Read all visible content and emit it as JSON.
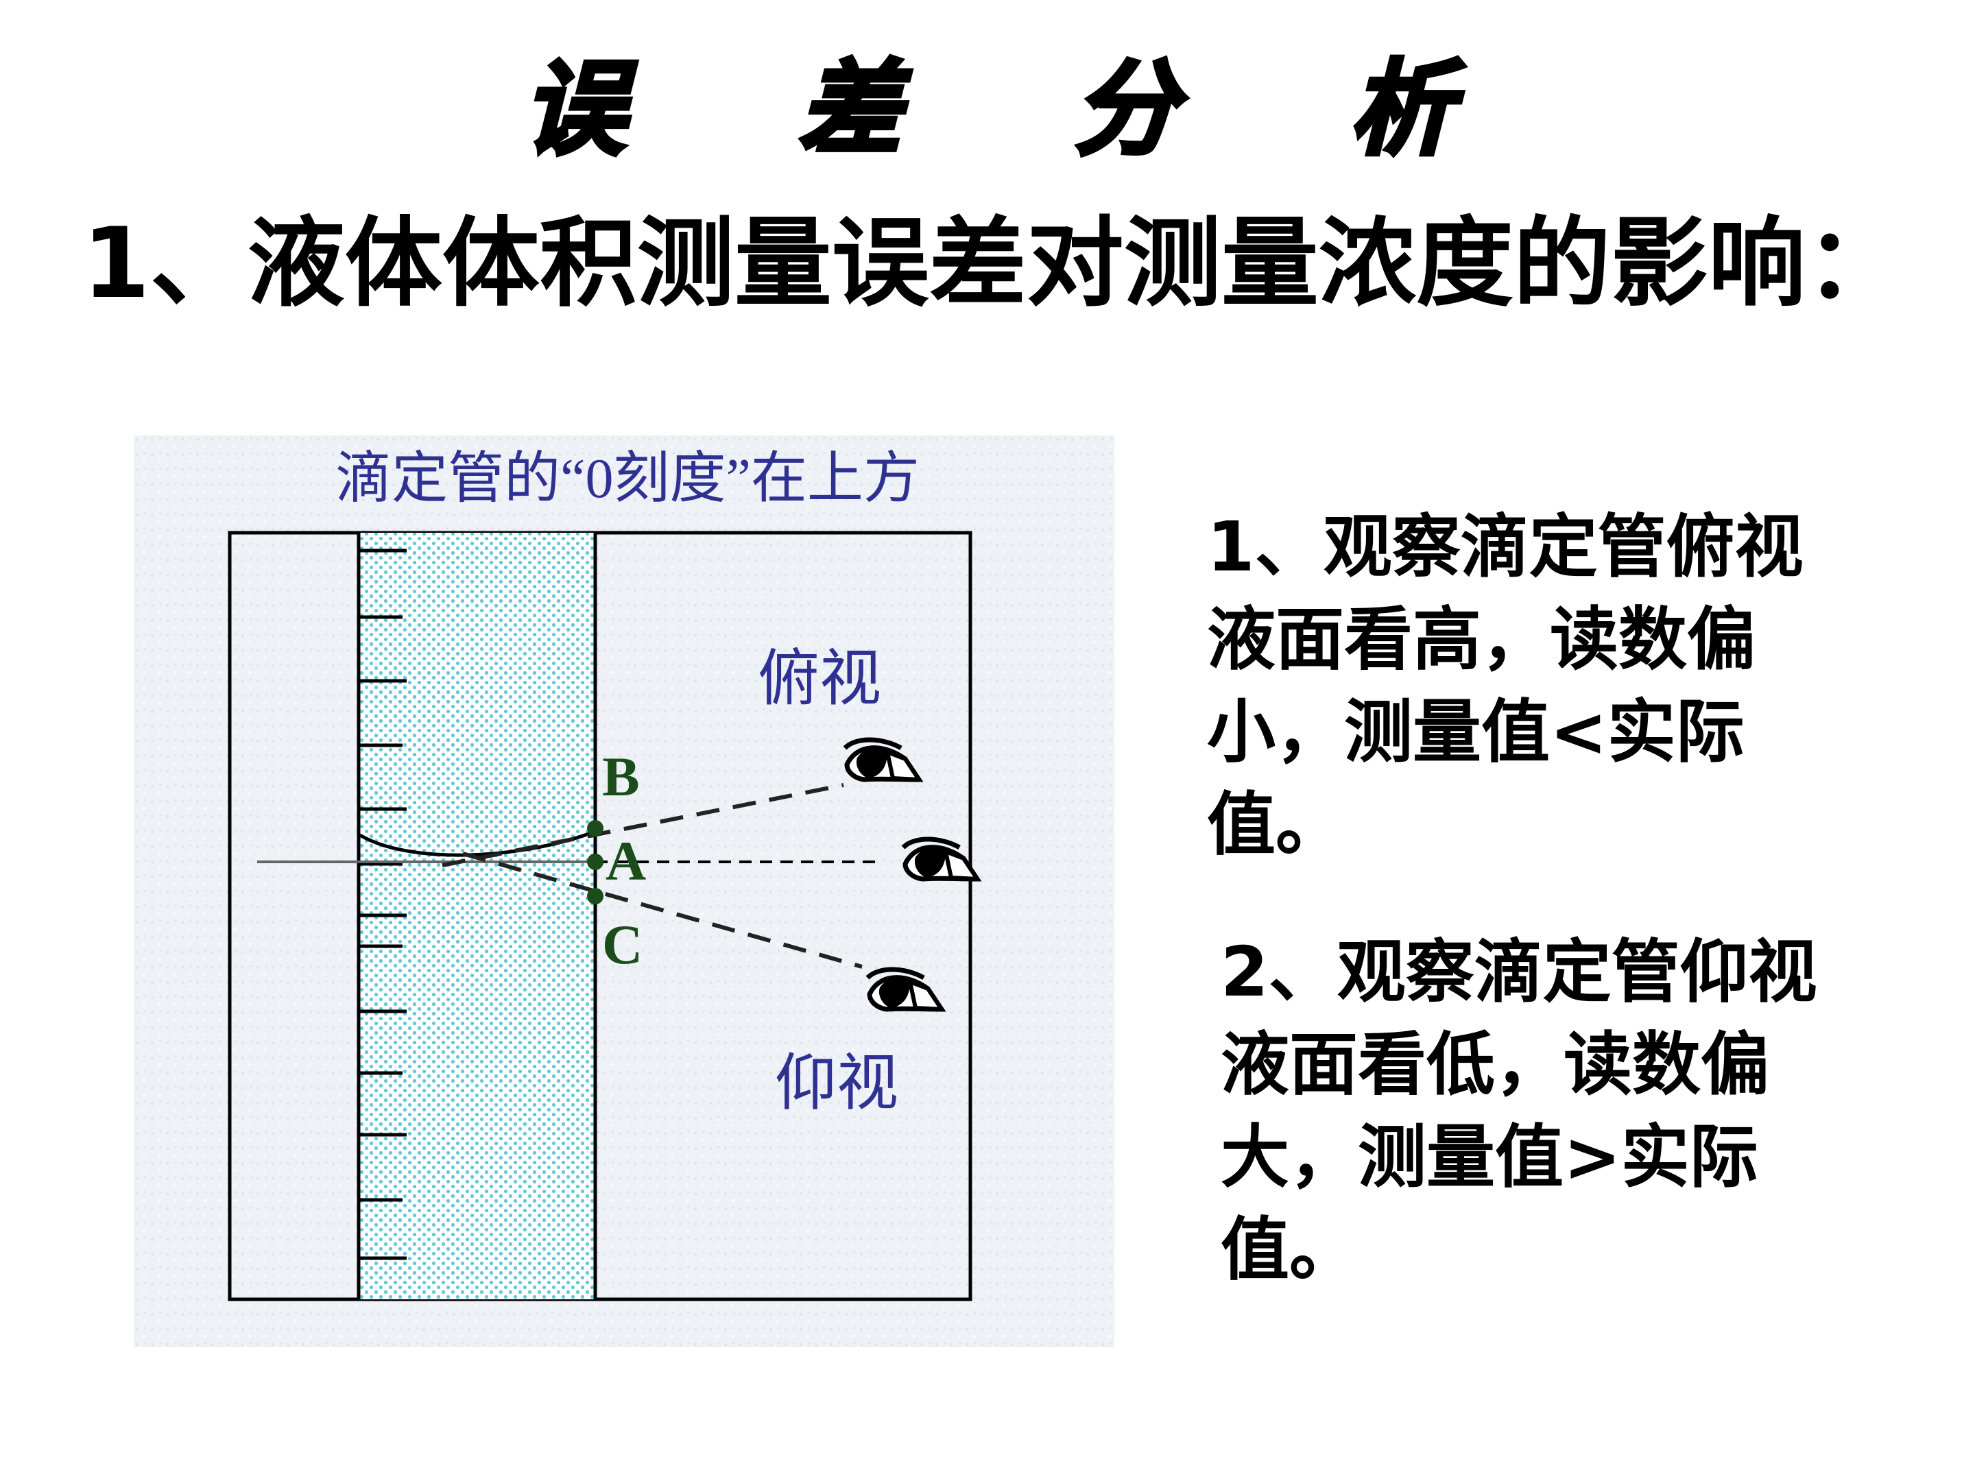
{
  "title": "误 差 分 析",
  "subtitle": "1、液体体积测量误差对测量浓度的影响：",
  "figure": {
    "caption": "滴定管的“0刻度”在上方",
    "view_top_label": "俯视",
    "view_bottom_label": "仰视",
    "point_b": "B",
    "point_a": "A",
    "point_c": "C",
    "colors": {
      "caption_text": "#2e3192",
      "point_labels": "#1a4d1a",
      "liquid": "#6fd3e0",
      "paper_bg": "#eef1f6"
    }
  },
  "explanations": [
    {
      "text": "1、观察滴定管俯视液面看高，读数偏小，测量值<实际值。"
    },
    {
      "text": "2、观察滴定管仰视液面看低，读数偏大，测量值>实际值。"
    }
  ]
}
